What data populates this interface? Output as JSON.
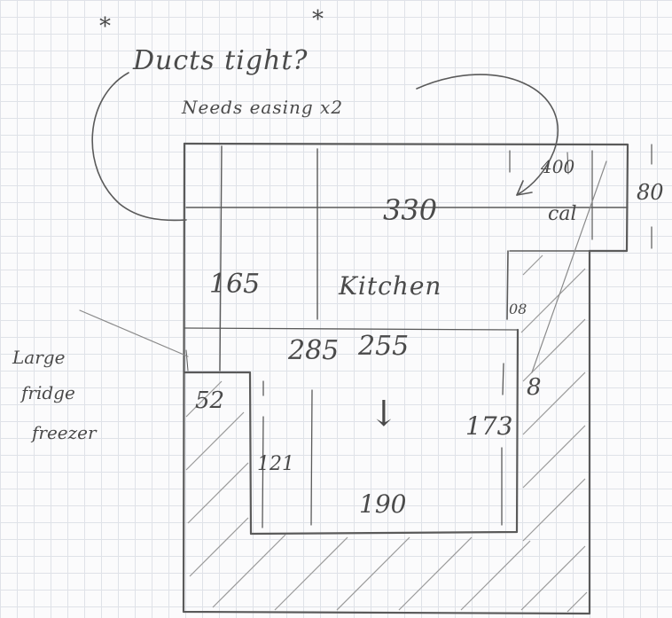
{
  "note": {
    "line1": "Ducts tight?",
    "line2": "Needs easing x2",
    "stars": [
      "*",
      "*"
    ]
  },
  "room_name": "Kitchen",
  "fridge_label": {
    "line1": "Large",
    "line2": "fridge",
    "line3": "freezer"
  },
  "dimensions": {
    "top_width": "330",
    "top_height": "80",
    "inset_width": "400",
    "inset_mark": "cal",
    "left_depth": "165",
    "mid_width_a": "285",
    "mid_width_b": "255",
    "fridge_width": "52",
    "right_height": "173",
    "left_height": "121",
    "bottom_width": "190",
    "small_08": "08",
    "right_side": "8"
  },
  "arrow_down": "↓"
}
